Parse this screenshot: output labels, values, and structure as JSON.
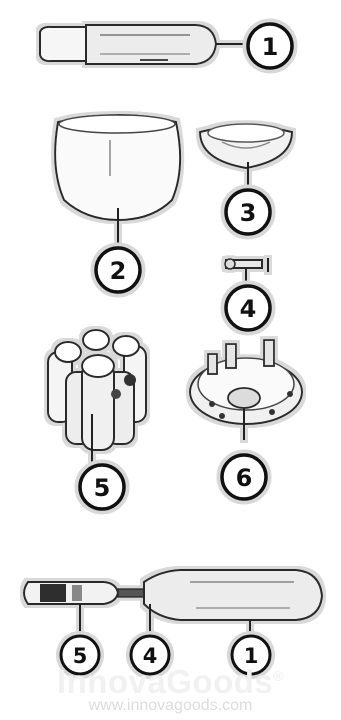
{
  "callouts": {
    "c1_top": "1",
    "c2": "2",
    "c3": "3",
    "c4": "4",
    "c5": "5",
    "c6": "6",
    "c5_bottom": "5",
    "c4_bottom": "4",
    "c1_bottom": "1"
  },
  "watermark": {
    "brand": "InnovaGoods",
    "registered": "®",
    "url": "www.innovagoods.com"
  }
}
